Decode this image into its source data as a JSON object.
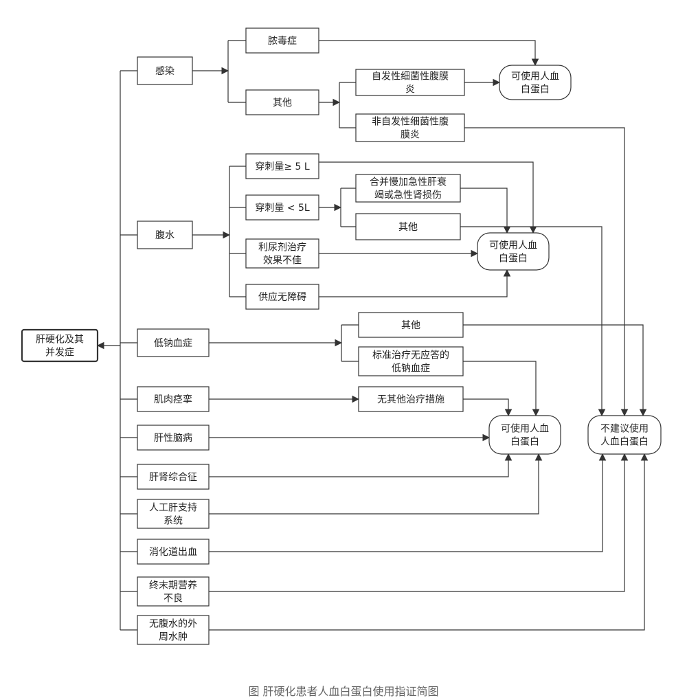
{
  "flowchart": {
    "root": "肝硬化及其\n并发症",
    "nodes": {
      "infection": "感染",
      "sepsis": "脓毒症",
      "infection_other": "其他",
      "sbp": "自发性细菌性腹膜\n炎",
      "non_sbp": "非自发性细菌性腹\n膜炎",
      "ascites": "腹水",
      "tap_large": "穿刺量≥ 5 L",
      "tap_small": "穿刺量 < 5L",
      "aclf": "合并慢加急性肝衰\n竭或急性肾损伤",
      "tap_other": "其他",
      "diuretic": "利尿剂治疗\n效果不佳",
      "supply": "供应无障碍",
      "hyponatremia": "低钠血症",
      "hypo_other": "其他",
      "hypo_refractory": "标准治疗无应答的\n低钠血症",
      "cramps": "肌肉痉挛",
      "no_other_tx": "无其他治疗措施",
      "he": "肝性脑病",
      "hrs": "肝肾综合征",
      "als": "人工肝支持\n系统",
      "gi_bleed": "消化道出血",
      "malnutrition": "终末期营养\n不良",
      "edema": "无腹水的外\n周水肿"
    },
    "outcomes": {
      "use_1": "可使用人血\n白蛋白",
      "use_2": "可使用人血\n白蛋白",
      "use_3": "可使用人血\n白蛋白",
      "not_recommended": "不建议使用\n人血白蛋白"
    },
    "caption": "图   肝硬化患者人血白蛋白使用指证简图"
  }
}
